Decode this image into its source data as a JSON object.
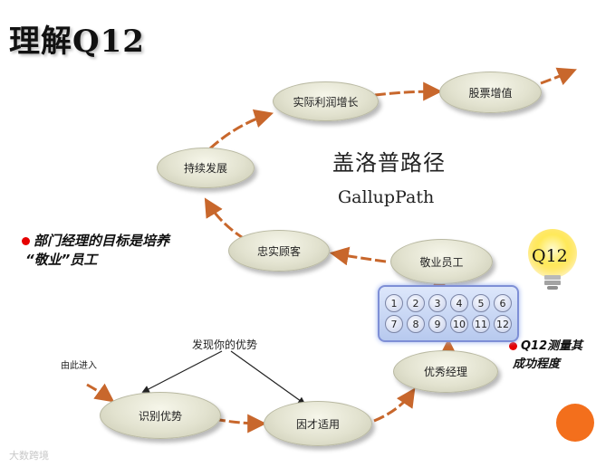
{
  "title": "理解Q12",
  "nodes": {
    "identify": "识别优势",
    "place": "因才适用",
    "manager": "优秀经理",
    "engaged": "敬业员工",
    "loyal": "忠实顾客",
    "growth": "持续发展",
    "profit": "实际利润增长",
    "stock": "股票增值"
  },
  "gallup": {
    "cn": "盖洛普路径",
    "en": "GallupPath"
  },
  "hints": {
    "discover": "发现你的优势",
    "enter": "由此进入"
  },
  "notes": {
    "left_line1": "部门经理的目标是培养",
    "left_line2": "“敬业”员工",
    "right_line1": "Q12测量其",
    "right_line2": "成功程度"
  },
  "q12_numbers": [
    "1",
    "2",
    "3",
    "4",
    "5",
    "6",
    "7",
    "8",
    "9",
    "10",
    "11",
    "12"
  ],
  "bulb_label": "Q12",
  "watermark": "大数跨境",
  "colors": {
    "arrow": "#c8672c",
    "accent_red": "#e60000",
    "orange": "#f36f1c",
    "panel_border": "#7e8fd6"
  }
}
